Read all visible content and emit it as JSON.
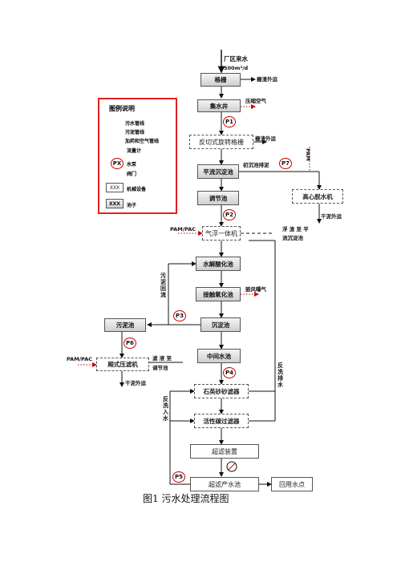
{
  "caption": "图1    污水处理流程图",
  "inflow": {
    "label": "厂区来水",
    "flow": "500m³/d"
  },
  "legend": {
    "title": "图例说明",
    "items": [
      "污水管线",
      "污泥管线",
      "加药和空气管线",
      "流量计",
      "水泵",
      "阀门",
      "机械设备",
      "池子"
    ],
    "pump_symbol": "PX",
    "equip_symbol": "XXX",
    "tank_symbol": "XXX"
  },
  "units": {
    "grille": "格栅",
    "collect": "集水井",
    "rotary_grille": "反切式旋转格栅",
    "advection": "平流沉淀池",
    "regulate": "调节池",
    "flotation": "气浮一体机",
    "hydrolysis": "水解酸化池",
    "contact_ox": "接触氧化池",
    "sediment": "沉淀池",
    "middle": "中间水池",
    "quartz": "石英砂砂滤器",
    "carbon": "活性碳过滤器",
    "uf": "超滤装置",
    "uf_tank": "超滤产水池",
    "reuse": "回用水点",
    "sludge": "污泥池",
    "filter_press": "厢式压滤机",
    "centrifuge": "高心脱水机"
  },
  "pumps": [
    "P1",
    "P2",
    "P3",
    "P4",
    "P5",
    "P6",
    "P7"
  ],
  "notes": {
    "grille_out": "栅渣外运",
    "compressed_air": "压缩空气",
    "rotary_out": "栅渣外运",
    "initial_sludge": "初沉池排泥",
    "pam": "PAM",
    "dry_sludge1": "干泥外运",
    "pampac1": "PAM/PAC",
    "float_slag": "浮 渣 至 平",
    "float_slag2": "流沉淀池",
    "sludge_return": "污泥回流",
    "blower_air": "鼓风曝气",
    "pampac2": "PAM/PAC",
    "filtrate": "滤 液 至",
    "filtrate2": "调节池",
    "dry_sludge2": "干泥外运",
    "backwash_drain": "反洗排水",
    "backwash_in": "反洗入水"
  }
}
